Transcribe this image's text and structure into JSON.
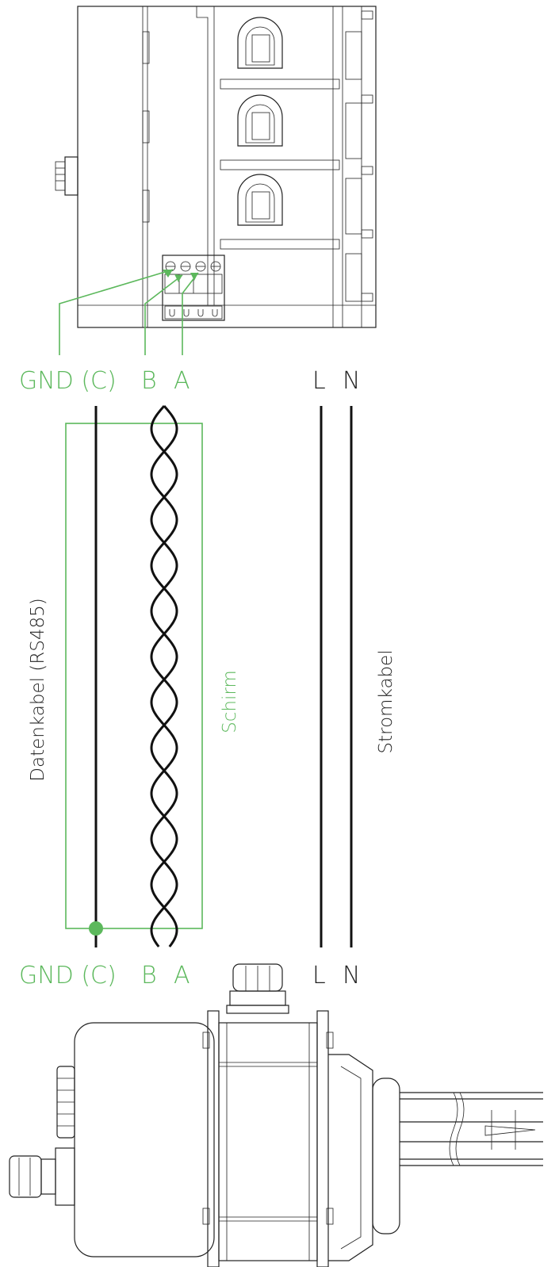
{
  "colors": {
    "accent": "#5cb85c",
    "ink": "#222222"
  },
  "top_labels": {
    "gnd": "GND (C)",
    "b": "B",
    "a": "A",
    "l": "L",
    "n": "N"
  },
  "bottom_labels": {
    "gnd": "GND (C)",
    "b": "B",
    "a": "A",
    "l": "L",
    "n": "N"
  },
  "side_labels": {
    "data_cable": "Datenkabel (RS485)",
    "shield": "Schirm",
    "power_cable": "Stromkabel"
  }
}
